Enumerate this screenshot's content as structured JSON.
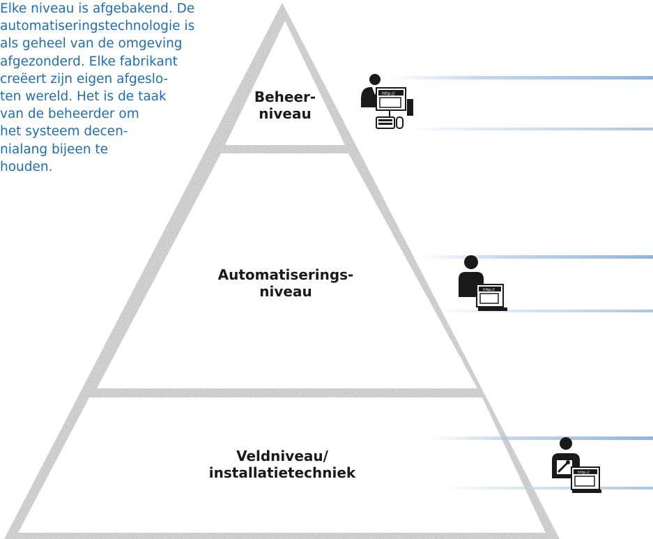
{
  "intro_lines": [
    "Elke niveau is afgebakend. De",
    "automatiseringstechnologie is",
    "als geheel van de omgeving",
    "afgezonderd. Elke fabrikant",
    "creëert zijn eigen afgeslo-",
    "ten wereld. Het is de taak",
    "van de beheerder om",
    "het systeem decen-",
    "nialang bijeen te",
    "houden."
  ],
  "levels": [
    {
      "line1": "Beheer-",
      "line2": "niveau",
      "icon": "manager-workstation-icon"
    },
    {
      "line1": "Automatiserings-",
      "line2": "niveau",
      "icon": "user-laptop-icon"
    },
    {
      "line1": "Veldniveau/",
      "line2": "installatietechniek",
      "icon": "technician-laptop-icon"
    }
  ],
  "icon_text": "http://",
  "colors": {
    "text_blue": "#1f6db5",
    "stone": "#dcdcdc",
    "icon_dark": "#1a1a1a",
    "line_blue": "#a9c6e3"
  }
}
